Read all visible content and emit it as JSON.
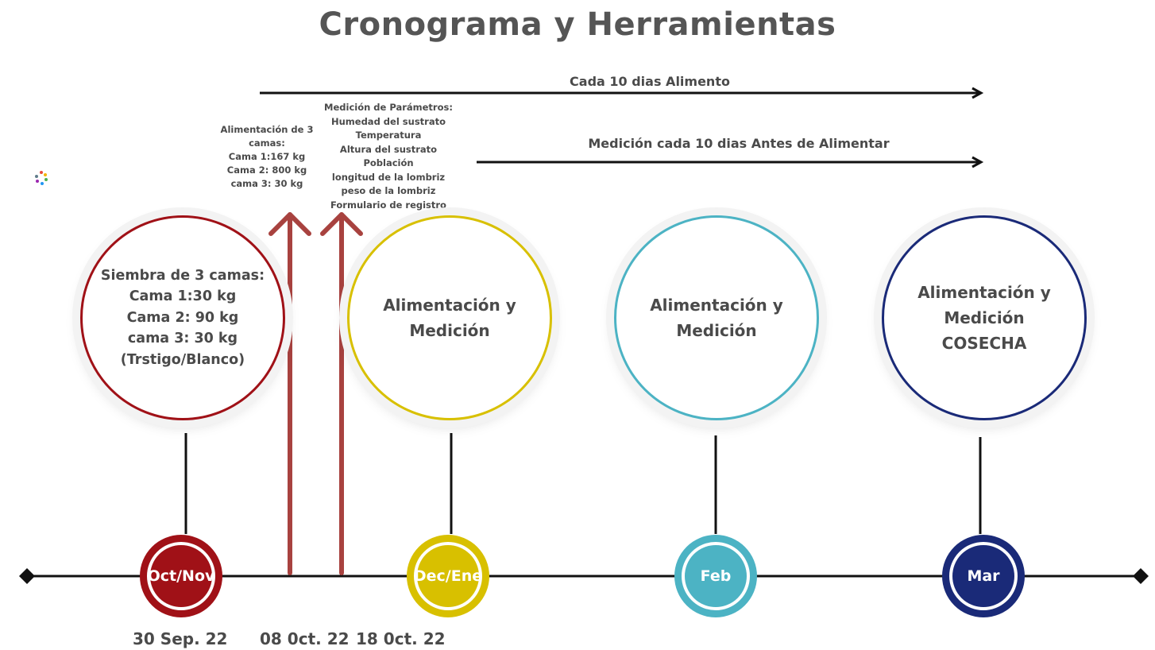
{
  "title": "Cronograma y Herramientas",
  "arrows": {
    "feeding": "Cada 10 dias Alimento",
    "measuring": "Medición cada 10 dias Antes de Alimentar"
  },
  "notes": {
    "feeding_beds": [
      "Alimentación de 3",
      "camas:",
      "Cama 1:167 kg",
      "Cama 2: 800 kg",
      "cama 3: 30 kg"
    ],
    "parameters": [
      "Medición de Parámetros:",
      "Humedad del sustrato",
      "Temperatura",
      "Altura del sustrato",
      "Población",
      "longitud de la lombriz",
      "peso de la lombriz",
      "Formulario de registro"
    ]
  },
  "stages": [
    {
      "lines": [
        "Siembra de 3 camas:",
        "Cama 1:30 kg",
        "Cama 2: 90 kg",
        "cama 3: 30 kg",
        "(Trstigo/Blanco)"
      ],
      "month": "Oct/Nov",
      "color": "#a01117"
    },
    {
      "lines": [
        "Alimentación y",
        "Medición"
      ],
      "month": "Dec/Ene",
      "color": "#d8c000"
    },
    {
      "lines": [
        "Alimentación y",
        "Medición"
      ],
      "month": "Feb",
      "color": "#4cb3c4"
    },
    {
      "lines": [
        "Alimentación y",
        "Medición",
        "COSECHA"
      ],
      "month": "Mar",
      "color": "#1a2a78"
    }
  ],
  "dates": [
    "30 Sep. 22",
    "08 0ct. 22",
    "18 0ct. 22"
  ],
  "colors": {
    "up_arrow": "#a8423f",
    "line": "#111111"
  }
}
